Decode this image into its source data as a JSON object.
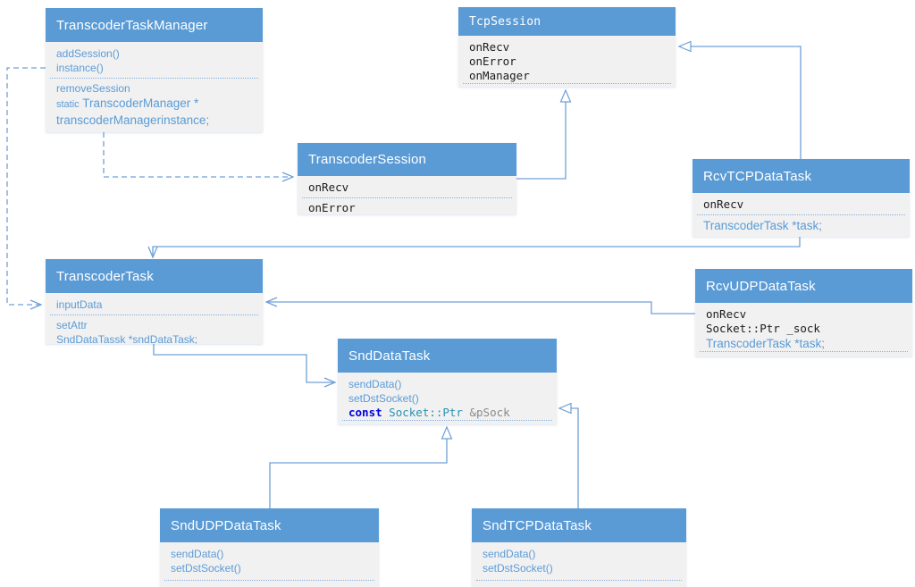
{
  "diagram": {
    "kind": "uml-class-diagram",
    "colors": {
      "header": "#5B9BD5",
      "body": "#F1F1F2",
      "connector": "#6FA0D6",
      "blue_member": "#5B9BD5",
      "code_member": "#1c1c1c",
      "keyword": "#0000E0",
      "type_name": "#2B91AF",
      "param_gray": "#8a8a8a"
    },
    "classes": {
      "manager": {
        "name": "TranscoderTaskManager",
        "m1": "addSession()",
        "m2": "instance()",
        "m3": "removeSession",
        "m4kw": "static",
        "m4": "TranscoderManager *",
        "m5": "transcoderManagerinstance;"
      },
      "tcpSession": {
        "name": "TcpSession",
        "m1": "onRecv",
        "m2": "onError",
        "m3": "onManager"
      },
      "transcoderSession": {
        "name": "TranscoderSession",
        "m1": "onRecv",
        "m2": "onError"
      },
      "rcvTcp": {
        "name": "RcvTCPDataTask",
        "m1": "onRecv",
        "m2": "TranscoderTask *task;"
      },
      "rcvUdp": {
        "name": "RcvUDPDataTask",
        "m1": "onRecv",
        "m2": "Socket::Ptr _sock",
        "m3": "TranscoderTask *task;"
      },
      "task": {
        "name": "TranscoderTask",
        "m1": "inputData",
        "m2": "setAttr",
        "m3": "SndDataTassk *sndDataTask;"
      },
      "sndData": {
        "name": "SndDataTask",
        "m1": "sendData()",
        "m2": "setDstSocket()",
        "m3kw": "const",
        "m3ty": "Socket::Ptr",
        "m3rest": "&pSock"
      },
      "sndUdp": {
        "name": "SndUDPDataTask",
        "m1": "sendData()",
        "m2": "setDstSocket()"
      },
      "sndTcp": {
        "name": "SndTCPDataTask",
        "m1": "sendData()",
        "m2": "setDstSocket()"
      }
    }
  }
}
